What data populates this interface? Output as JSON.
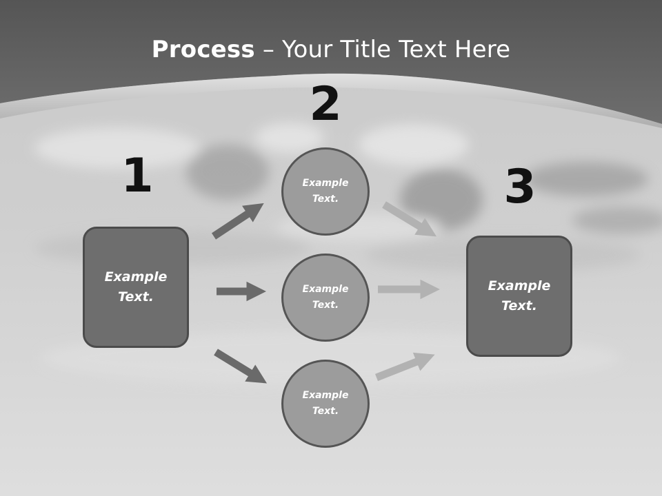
{
  "title": {
    "bold": "Process",
    "separator": " – ",
    "rest": "Your Title Text Here"
  },
  "steps": {
    "one": "1",
    "two": "2",
    "three": "3"
  },
  "left_box": {
    "text": "Example Text."
  },
  "right_box": {
    "text": "Example Text."
  },
  "circles": [
    {
      "text": "Example Text."
    },
    {
      "text": "Example Text."
    },
    {
      "text": "Example Text."
    }
  ],
  "colors": {
    "header": "#5e5e5e",
    "box_fill": "#6e6e6e",
    "circle_fill": "#9c9c9c",
    "arrow_dark": "#6a6a6a",
    "arrow_light": "#b2b2b2"
  }
}
